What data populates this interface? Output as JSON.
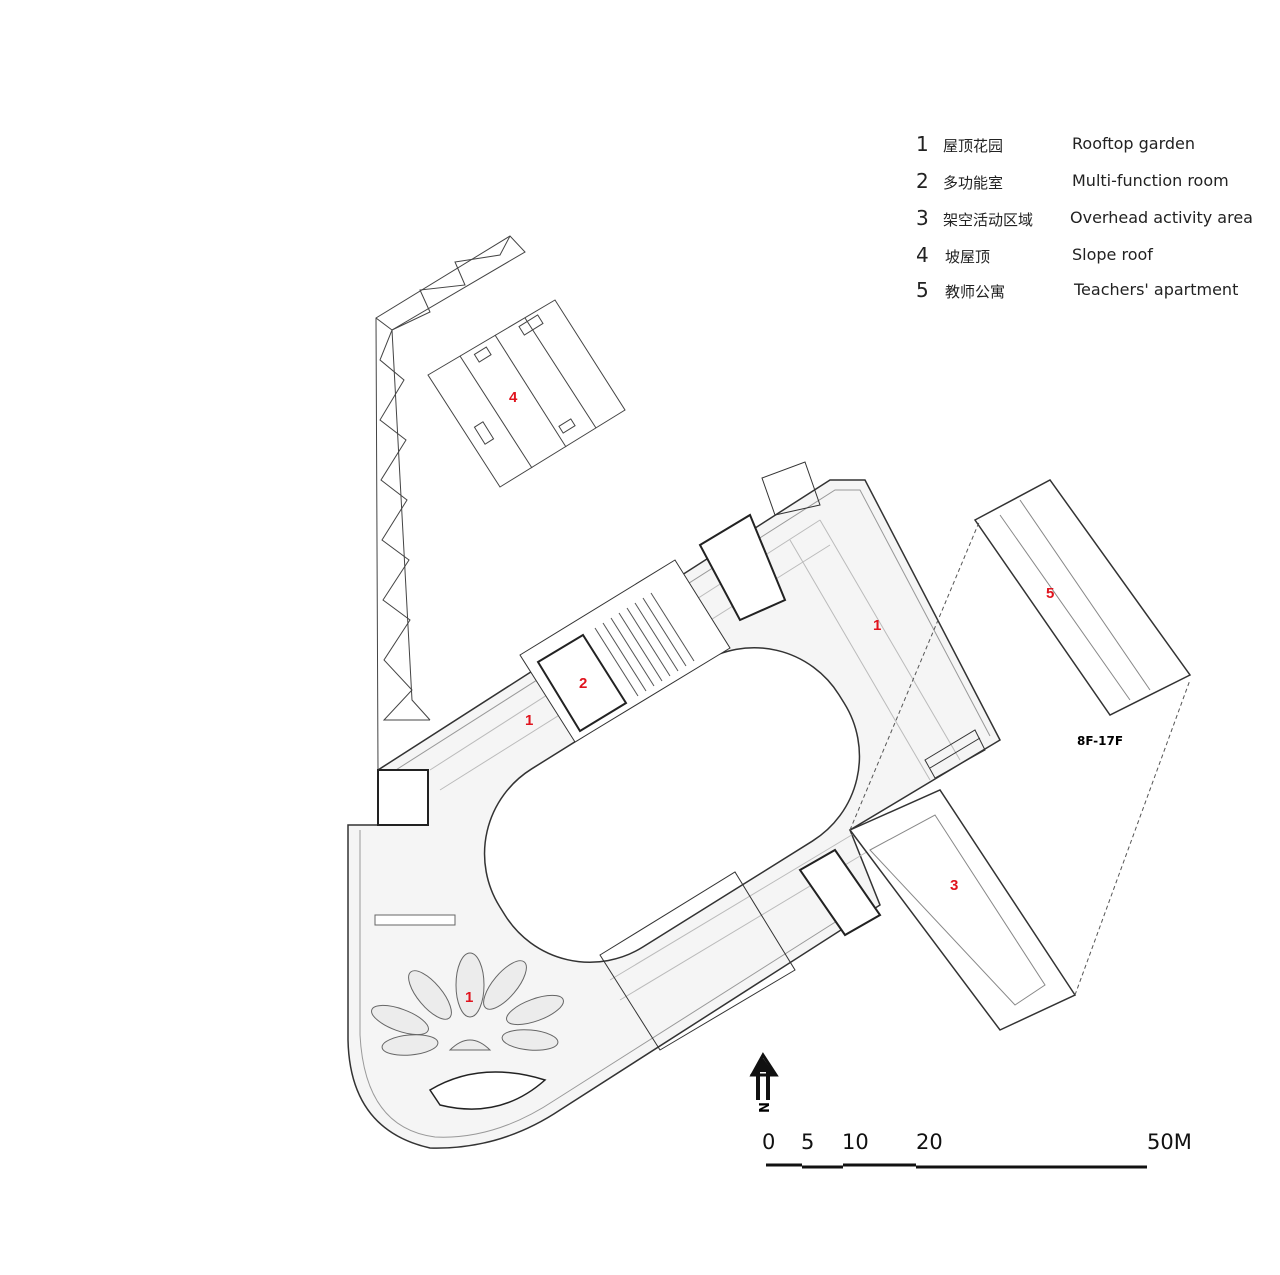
{
  "legend": [
    {
      "num": "1",
      "zh": "屋顶花园",
      "en": "Rooftop garden"
    },
    {
      "num": "2",
      "zh": "多功能室",
      "en": "Multi-function room"
    },
    {
      "num": "3",
      "zh": "架空活动区域",
      "en": "Overhead activity area"
    },
    {
      "num": "4",
      "zh": "坡屋顶",
      "en": "Slope roof"
    },
    {
      "num": "5",
      "zh": "教师公寓",
      "en": "Teachers' apartment"
    }
  ],
  "room_labels": [
    "1",
    "1",
    "1",
    "2",
    "3",
    "4",
    "5"
  ],
  "floor_label": "8F-17F",
  "north_label": "N",
  "scale": {
    "ticks": [
      "0",
      "5",
      "10",
      "20",
      "50M"
    ]
  },
  "colors": {
    "room_label": "#e0141e",
    "line": "#333333",
    "fill": "#f4f4f4"
  }
}
